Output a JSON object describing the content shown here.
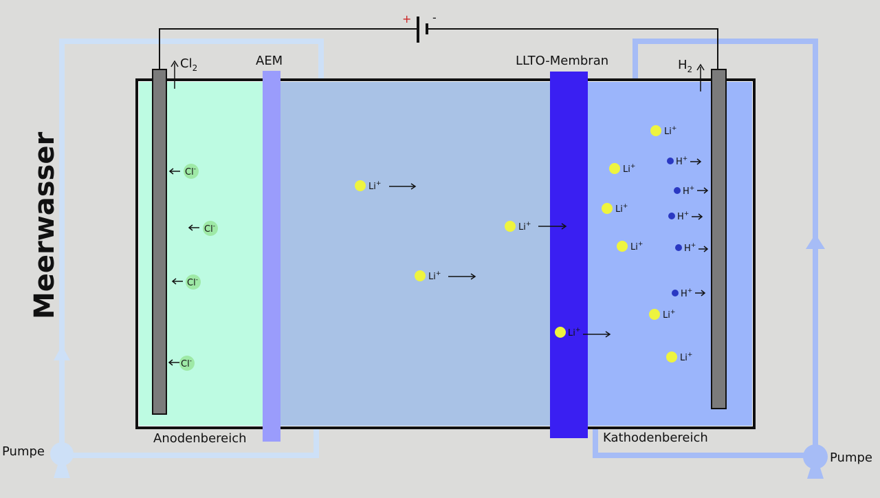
{
  "side_label": "Meerwasser",
  "battery": {
    "plus": "+",
    "minus": "-"
  },
  "labels": {
    "aem": "AEM",
    "llto": "LLTO-Membran",
    "anode_area": "Anodenbereich",
    "cathode_area": "Kathodenbereich",
    "pump_left": "Pumpe",
    "pump_right": "Pumpe"
  },
  "gases": {
    "anode": {
      "base": "Cl",
      "sub": "2"
    },
    "cathode": {
      "base": "H",
      "sub": "2"
    }
  },
  "ions": {
    "cl": {
      "base": "Cl",
      "sup": "-"
    },
    "li": {
      "base": "Li",
      "sup": "+"
    },
    "h": {
      "base": "H",
      "sup": "+"
    }
  },
  "colors": {
    "background": "#dcdcda",
    "anode_fluid": "#bdfbe2",
    "middle_fluid": "#a9c2e6",
    "cathode_fluid": "#9bb5fb",
    "aem_membrane": "#9a9cfc",
    "llto_membrane": "#3a1ff2",
    "electrode": "#7b7b7b",
    "pipe_left": "#cde0f7",
    "pipe_right": "#a6bcf6",
    "li_ion": "#eef43f",
    "cl_ion": "#9ee9a6",
    "h_ion": "#2a38c2",
    "plus_sign": "#cc2222"
  }
}
